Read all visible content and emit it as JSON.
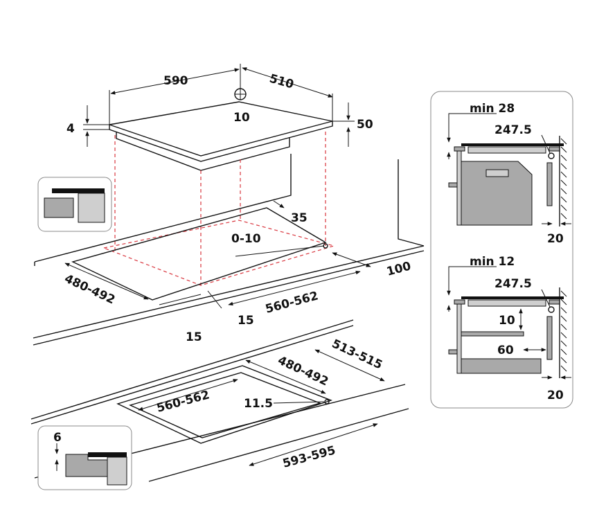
{
  "main": {
    "width": "590",
    "depth": "510",
    "center_dim": "10",
    "glass_thickness": "4",
    "height": "50",
    "cutout_offset": "35",
    "tolerance": "0-10",
    "wall_distance": "100",
    "cutout_depth": "480-492",
    "cutout_width": "560-562",
    "front_margin_a": "15",
    "front_margin_b": "15"
  },
  "flush": {
    "outer_depth": "513-515",
    "cutout_depth": "480-492",
    "cutout_width": "560-562",
    "corner_radius": "11.5",
    "outer_width": "593-595",
    "recess_depth": "6"
  },
  "side_panel": {
    "top": {
      "min_gap": "min 28",
      "hob_dim": "247.5",
      "wall_gap": "20"
    },
    "bottom": {
      "min_gap": "min 12",
      "hob_dim": "247.5",
      "shelf_gap": "10",
      "shelf_offset": "60",
      "wall_gap": "20"
    }
  }
}
